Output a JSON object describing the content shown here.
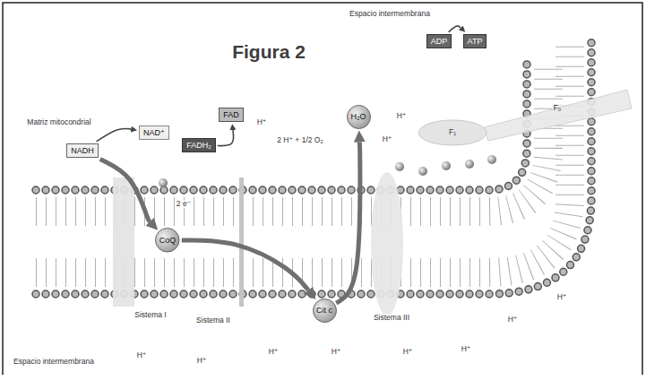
{
  "diagram": {
    "title": "Figura 2",
    "nodes": [
      {
        "text": [
          "NADH"
        ]
      },
      {
        "text": [
          "NAD⁺"
        ]
      },
      {
        "text": [
          "FADH₂"
        ]
      },
      {
        "text": [
          "FAD"
        ]
      },
      {
        "text": [
          "CoQ"
        ]
      },
      {
        "text": [
          "H₂O"
        ]
      },
      {
        "text": [
          "Cit c"
        ]
      },
      {
        "text": [
          "ADP"
        ]
      },
      {
        "text": [
          "ATP"
        ]
      }
    ],
    "edges": [
      {
        "from": 0,
        "to": 1,
        "arrow": "to"
      },
      {
        "from": 0,
        "to": 4,
        "arrow": "to"
      },
      {
        "from": 2,
        "to": 3,
        "arrow": "to"
      },
      {
        "from": 4,
        "to": 6,
        "arrow": "to"
      },
      {
        "from": 6,
        "to": 5,
        "arrow": "to"
      },
      {
        "from": 7,
        "to": 8,
        "arrow": "to"
      }
    ],
    "labels": [
      "Espacio intermembrana",
      "H⁺",
      "H⁺",
      "Matriz mitocondrial",
      "H⁺",
      "2 H⁺ + 1/2 O₂",
      "2 e⁻",
      "F₁",
      "F₀",
      "Sistema I",
      "Sistema II",
      "Sistema III",
      "Espacio intermembrana",
      "H⁺",
      "H⁺",
      "H⁺",
      "H⁺",
      "H⁺",
      "H⁺",
      "H⁺",
      "H⁺"
    ]
  }
}
